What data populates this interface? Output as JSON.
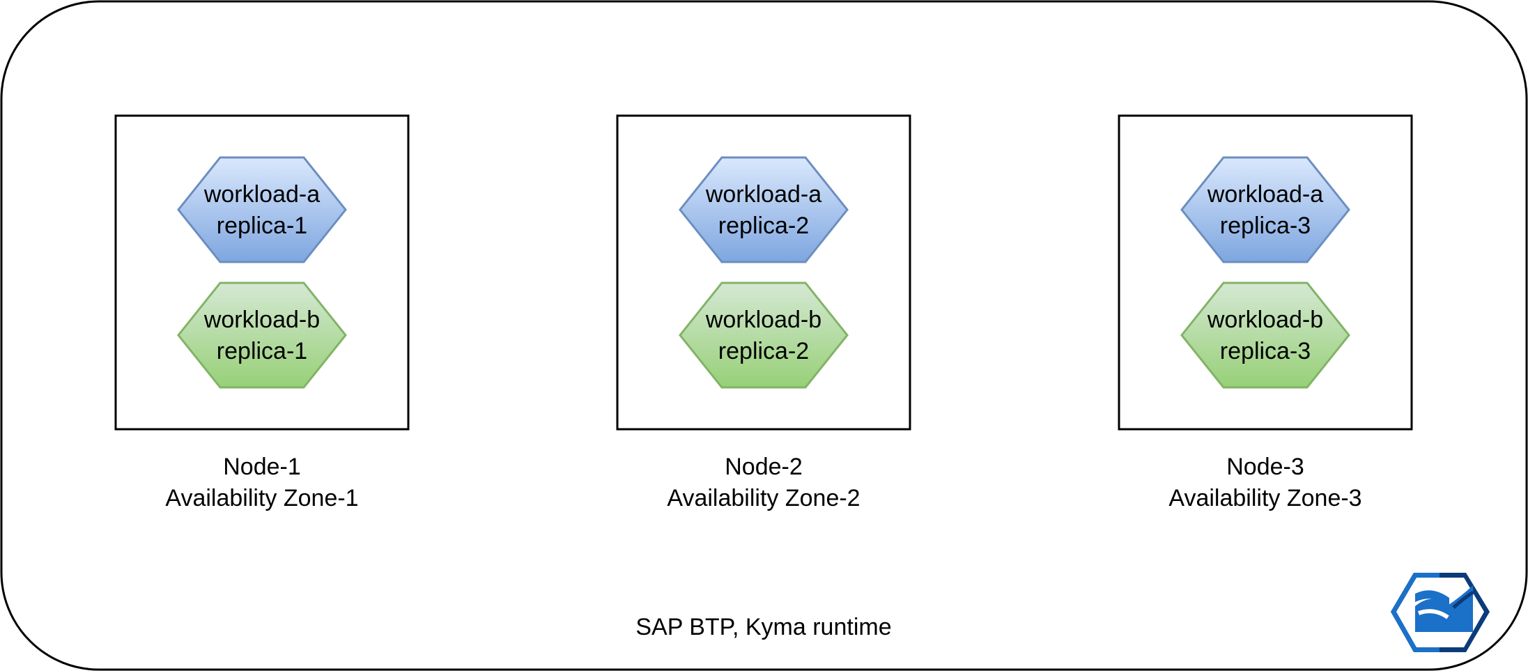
{
  "cluster": {
    "label": "SAP BTP, Kyma runtime",
    "logo_icon": "kyma-logo-icon"
  },
  "nodes": [
    {
      "name": "Node-1",
      "zone": "Availability Zone-1",
      "workloads": [
        {
          "line1": "workload-a",
          "line2": "replica-1",
          "kind": "a"
        },
        {
          "line1": "workload-b",
          "line2": "replica-1",
          "kind": "b"
        }
      ]
    },
    {
      "name": "Node-2",
      "zone": "Availability Zone-2",
      "workloads": [
        {
          "line1": "workload-a",
          "line2": "replica-2",
          "kind": "a"
        },
        {
          "line1": "workload-b",
          "line2": "replica-2",
          "kind": "b"
        }
      ]
    },
    {
      "name": "Node-3",
      "zone": "Availability Zone-3",
      "workloads": [
        {
          "line1": "workload-a",
          "line2": "replica-3",
          "kind": "a"
        },
        {
          "line1": "workload-b",
          "line2": "replica-3",
          "kind": "b"
        }
      ]
    }
  ],
  "colors": {
    "workload_a_top": "#dae8fc",
    "workload_a_bottom": "#7ea6e0",
    "workload_a_stroke": "#6c8ebf",
    "workload_b_top": "#d5e8d4",
    "workload_b_bottom": "#97d077",
    "workload_b_stroke": "#82b366",
    "logo_light": "#1b70c8",
    "logo_dark": "#0b3b7a"
  }
}
